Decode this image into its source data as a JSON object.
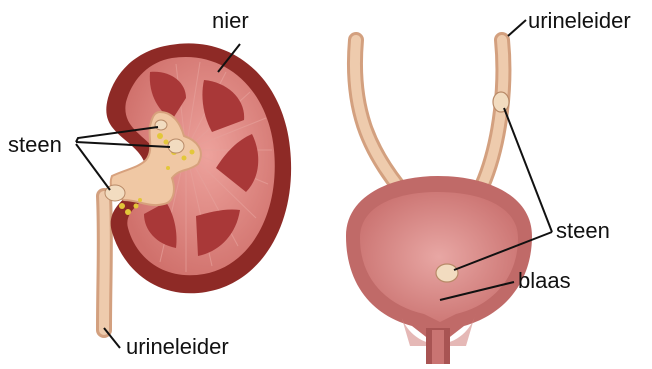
{
  "labels": {
    "kidney": "nier",
    "stone_left": "steen",
    "ureter_bottom": "urineleider",
    "ureter_top": "urineleider",
    "stone_right": "steen",
    "bladder": "blaas"
  },
  "colors": {
    "kidney_outer": "#8e2a26",
    "kidney_cortex": "#d9807b",
    "pyramid": "#a93838",
    "pelvis": "#f0c8a4",
    "ureter": "#e9c3a1",
    "stone": "#f2dcc0",
    "crystal": "#e3c73a",
    "bladder_wall": "#c06a68",
    "bladder_inside": "#d88c8a",
    "leader_line": "#111111"
  }
}
